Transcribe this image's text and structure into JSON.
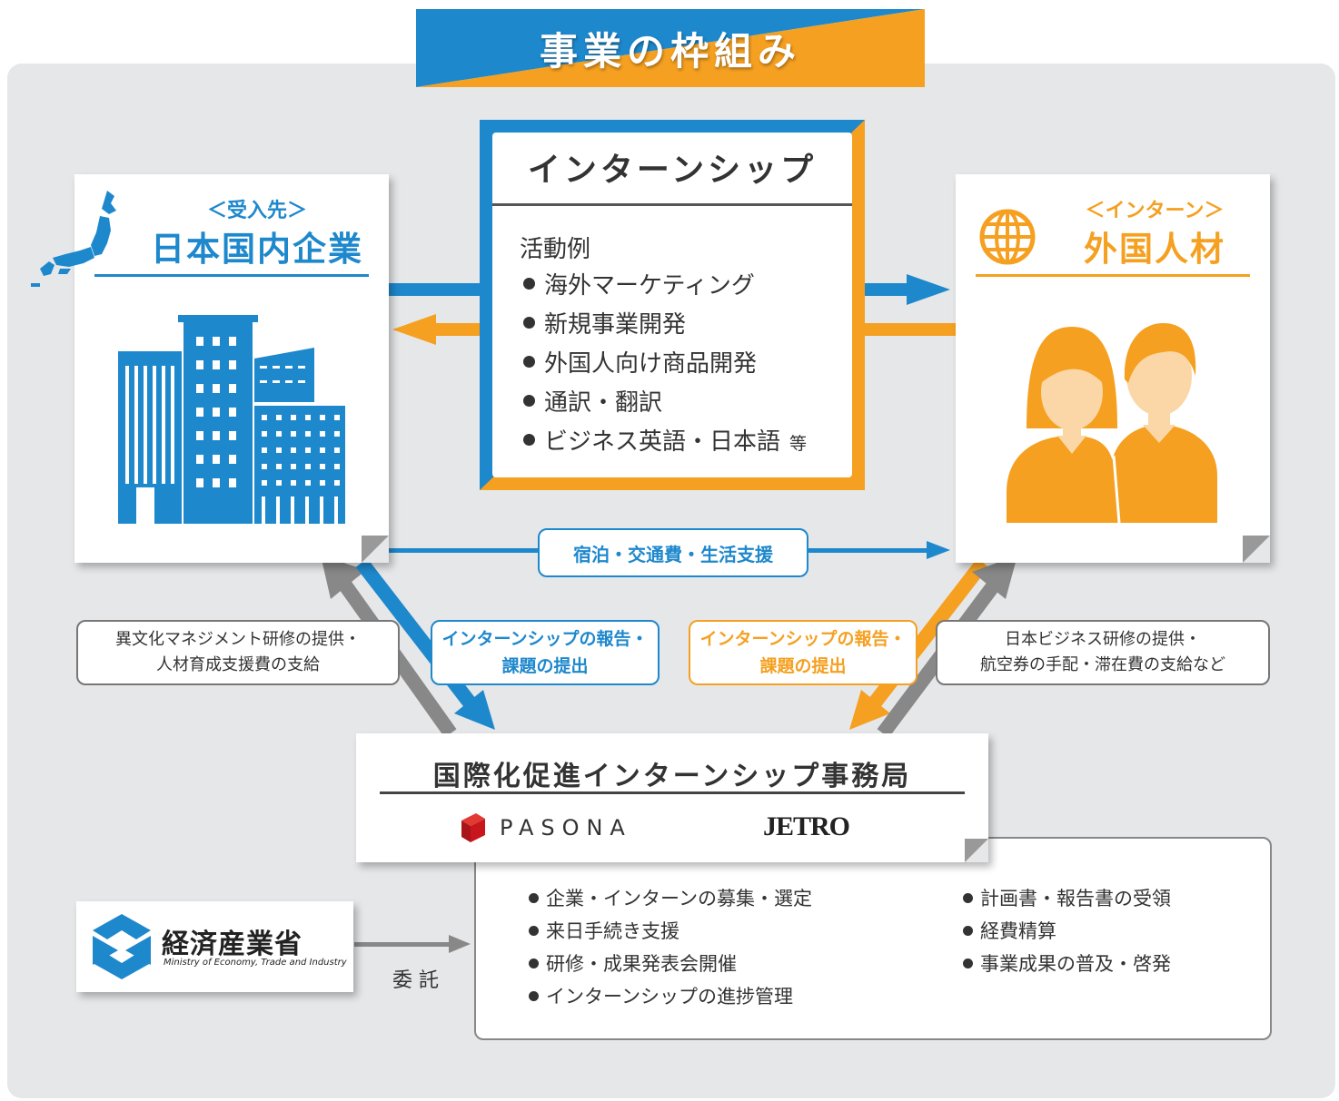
{
  "title": "事業の枠組み",
  "internship_box": {
    "title": "インターンシップ",
    "activities_heading": "活動例",
    "activities": [
      "海外マーケティング",
      "新規事業開発",
      "外国人向け商品開発",
      "通訳・翻訳",
      "ビジネス英語・日本語"
    ],
    "activities_suffix": "等"
  },
  "company": {
    "subtitle": "＜受入先＞",
    "title": "日本国内企業",
    "icons": [
      "japan-map-icon",
      "office-buildings-icon"
    ]
  },
  "talent": {
    "subtitle": "＜インターン＞",
    "title": "外国人材",
    "icons": [
      "globe-icon",
      "two-people-icon"
    ]
  },
  "support_label": "宿泊・交通費・生活支援",
  "left_note": [
    "異文化マネジメント研修の提供・",
    "人材育成支援費の支給"
  ],
  "left_report": [
    "インターンシップの報告・",
    "課題の提出"
  ],
  "right_report": [
    "インターンシップの報告・",
    "課題の提出"
  ],
  "right_note": [
    "日本ビジネス研修の提供・",
    "航空券の手配・滞在費の支給など"
  ],
  "office": {
    "title": "国際化促進インターンシップ事務局",
    "partners": [
      "PASONA",
      "JETRO"
    ]
  },
  "duties_left": [
    "企業・インターンの募集・選定",
    "来日手続き支援",
    "研修・成果発表会開催",
    "インターンシップの進捗管理"
  ],
  "duties_right": [
    "計画書・報告書の受領",
    "経費精算",
    "事業成果の普及・啓発"
  ],
  "ministry": {
    "name": "経済産業省",
    "english": "Ministry of Economy, Trade and Industry"
  },
  "entrust_label": "委 託",
  "colors": {
    "blue": "#1e88cc",
    "orange": "#f5a020",
    "gray_arrow": "#888888",
    "panel_bg": "#e6e7e9",
    "pasona_red": "#c8161d"
  }
}
